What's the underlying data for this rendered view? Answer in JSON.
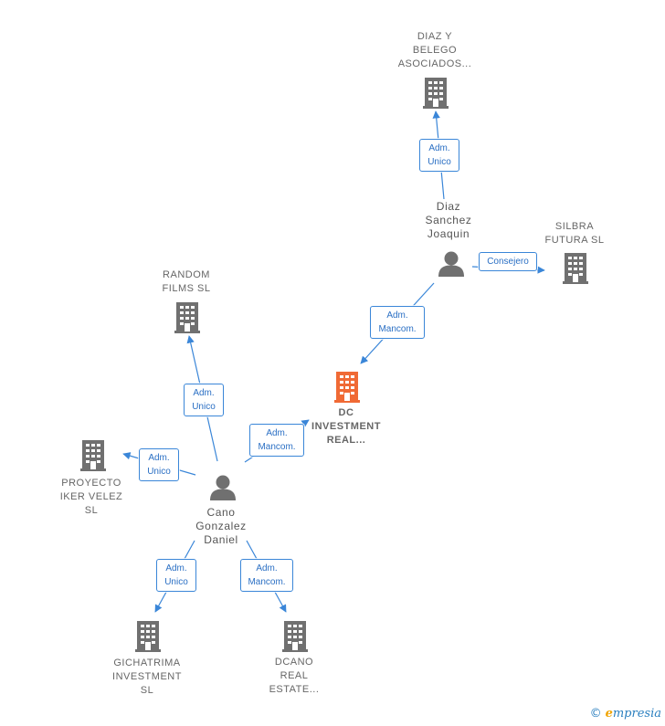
{
  "colors": {
    "edge": "#3a86d8",
    "building": "#707070",
    "center": "#f06a35",
    "person": "#707070",
    "badge_text": "#2a6fc4"
  },
  "nodes": {
    "diaz_belego": {
      "label": "DIAZ Y\nBELEGO\nASOCIADOS...",
      "icon": "building-icon"
    },
    "diaz_sanchez": {
      "label": "Diaz\nSanchez\nJoaquin",
      "icon": "person-icon"
    },
    "silbra": {
      "label": "SILBRA\nFUTURA SL",
      "icon": "building-icon"
    },
    "random_films": {
      "label": "RANDOM\nFILMS  SL",
      "icon": "building-icon"
    },
    "dc_investment": {
      "label": "DC\nINVESTMENT\nREAL...",
      "icon": "building-icon"
    },
    "proyecto_iker": {
      "label": "PROYECTO\nIKER VELEZ\nSL",
      "icon": "building-icon"
    },
    "cano_gonzalez": {
      "label": "Cano\nGonzalez\nDaniel",
      "icon": "person-icon"
    },
    "gichatrima": {
      "label": "GICHATRIMA\nINVESTMENT\nSL",
      "icon": "building-icon"
    },
    "dcano": {
      "label": "DCANO\nREAL\nESTATE...",
      "icon": "building-icon"
    }
  },
  "edges": {
    "e1": {
      "label": "Adm.\nUnico"
    },
    "e2": {
      "label": "Consejero"
    },
    "e3": {
      "label": "Adm.\nMancom."
    },
    "e4": {
      "label": "Adm.\nUnico"
    },
    "e5": {
      "label": "Adm.\nMancom."
    },
    "e6": {
      "label": "Adm.\nUnico"
    },
    "e7": {
      "label": "Adm.\nUnico"
    },
    "e8": {
      "label": "Adm.\nMancom."
    }
  },
  "brand": {
    "copyright": "©",
    "initial": "e",
    "name": "mpresia"
  }
}
